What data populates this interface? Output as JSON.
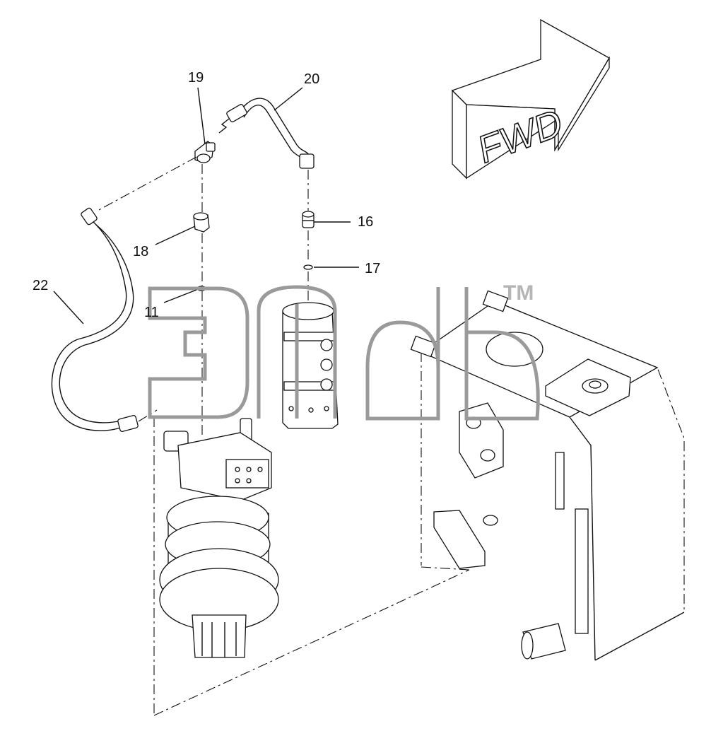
{
  "callouts": {
    "c19": "19",
    "c20": "20",
    "c16": "16",
    "c18": "18",
    "c17": "17",
    "c22": "22",
    "c11": "11"
  },
  "direction_label": "FWD",
  "watermark": {
    "tm": "TM"
  }
}
